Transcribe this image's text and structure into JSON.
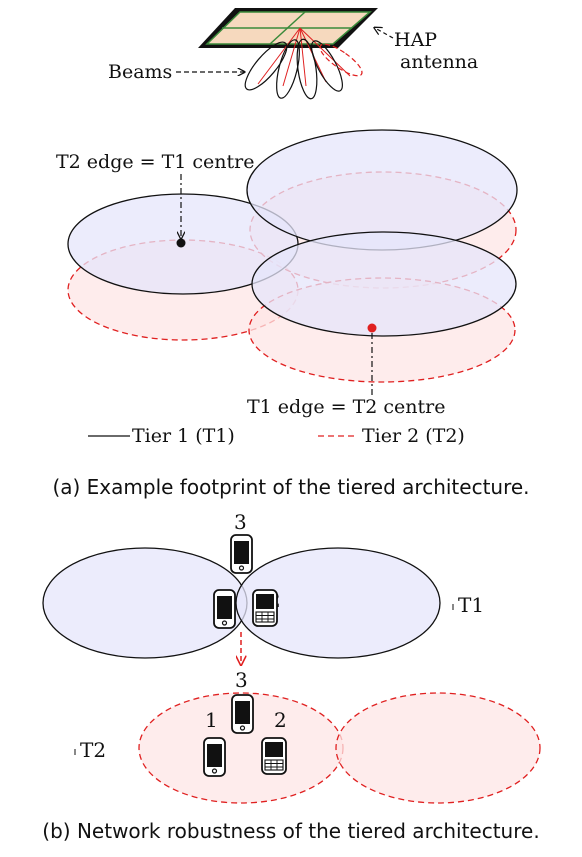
{
  "top": {
    "antenna_label_line1": "HAP",
    "antenna_label_line2": "antenna",
    "beams_label": "Beams",
    "t2_edge_label": "T2 edge = T1 centre",
    "t1_edge_label": "T1 edge = T2 centre",
    "legend": {
      "tier1": "Tier 1 (T1)",
      "tier2": "Tier 2 (T2)"
    },
    "caption": "(a) Example footprint of the tiered architecture."
  },
  "bottom": {
    "t1_label": "T1",
    "t2_label": "T2",
    "device_numbers": [
      "1",
      "2",
      "3"
    ],
    "caption": "(b) Network robustness of the tiered architecture."
  },
  "colors": {
    "tier1_fill": "#e6e6fb",
    "tier2_fill": "#fde6e6",
    "tier2_stroke": "#e02020",
    "marker_t1": "#111111",
    "marker_t2": "#e02020"
  }
}
